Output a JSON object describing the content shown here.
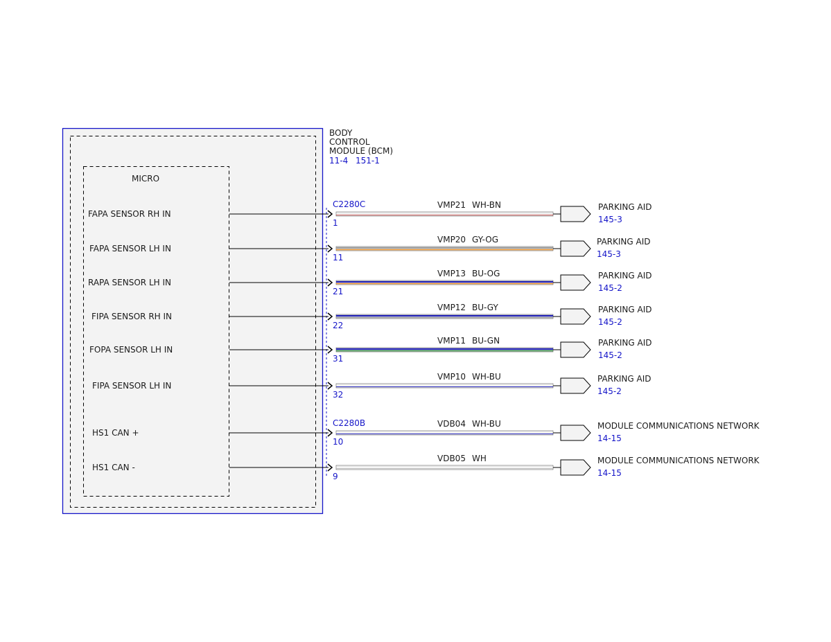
{
  "module": {
    "title_lines": [
      "BODY",
      "CONTROL",
      "MODULE (BCM)"
    ],
    "refs": [
      "11-4",
      "151-1"
    ],
    "inner_label": "MICRO"
  },
  "colors": {
    "module_border": "#1414c8",
    "reference_text": "#1414c8",
    "wire_line": "#000000",
    "box_fill": "#f3f3f3"
  },
  "connectors": [
    {
      "name": "C2280C"
    },
    {
      "name": "C2280B"
    }
  ],
  "circuits": [
    {
      "signal": "FAPA SENSOR RH IN",
      "pin": "1",
      "circuit": "VMP21",
      "color_code": "WH-BN",
      "wire_colors": [
        "#ffffff",
        "#c0504d"
      ],
      "destination": "PARKING AID",
      "dest_ref": "145-3"
    },
    {
      "signal": "FAPA SENSOR LH IN",
      "pin": "11",
      "circuit": "VMP20",
      "color_code": "GY-OG",
      "wire_colors": [
        "#9a9a9a",
        "#e8902a"
      ],
      "destination": "PARKING AID",
      "dest_ref": "145-3"
    },
    {
      "signal": "RAPA SENSOR LH IN",
      "pin": "21",
      "circuit": "VMP13",
      "color_code": "BU-OG",
      "wire_colors": [
        "#1f1fb4",
        "#e8902a"
      ],
      "destination": "PARKING AID",
      "dest_ref": "145-2"
    },
    {
      "signal": "FIPA SENSOR RH IN",
      "pin": "22",
      "circuit": "VMP12",
      "color_code": "BU-GY",
      "wire_colors": [
        "#1f1fb4",
        "#9a9a9a"
      ],
      "destination": "PARKING AID",
      "dest_ref": "145-2"
    },
    {
      "signal": "FOPA SENSOR LH IN",
      "pin": "31",
      "circuit": "VMP11",
      "color_code": "BU-GN",
      "wire_colors": [
        "#1f1fb4",
        "#2e8b3a"
      ],
      "destination": "PARKING AID",
      "dest_ref": "145-2"
    },
    {
      "signal": "FIPA SENSOR LH IN",
      "pin": "32",
      "circuit": "VMP10",
      "color_code": "WH-BU",
      "wire_colors": [
        "#ffffff",
        "#1f1fb4"
      ],
      "destination": "PARKING AID",
      "dest_ref": "145-2"
    },
    {
      "signal": "HS1 CAN +",
      "pin": "10",
      "circuit": "VDB04",
      "color_code": "WH-BU",
      "wire_colors": [
        "#ffffff",
        "#1f1fb4"
      ],
      "destination": "MODULE COMMUNICATIONS NETWORK",
      "dest_ref": "14-15"
    },
    {
      "signal": "HS1 CAN -",
      "pin": "9",
      "circuit": "VDB05",
      "color_code": "WH",
      "wire_colors": [
        "#ffffff",
        "#ffffff"
      ],
      "destination": "MODULE COMMUNICATIONS NETWORK",
      "dest_ref": "14-15"
    }
  ]
}
